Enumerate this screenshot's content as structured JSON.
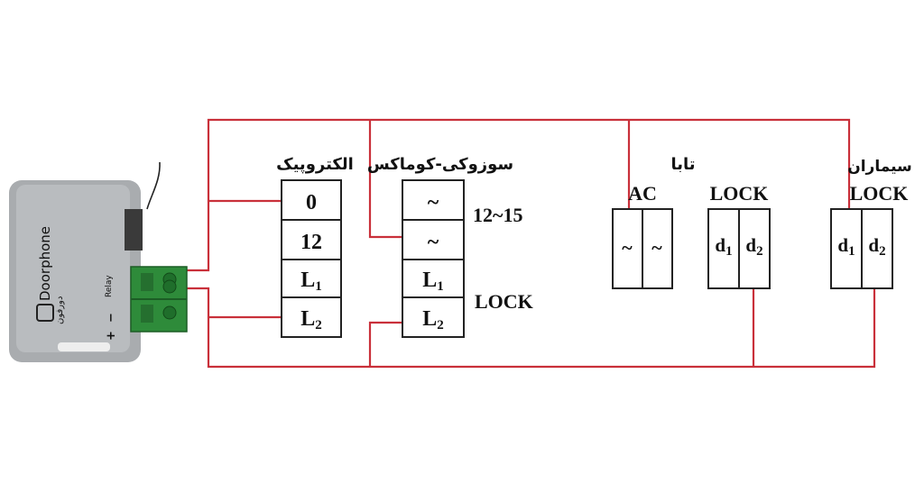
{
  "device": {
    "brand": "Doorphone",
    "brand_fa": "دورفون",
    "relay_label": "Relay",
    "plus": "+",
    "minus": "−"
  },
  "panels": [
    {
      "title": "الکتروپیک",
      "terminals": [
        "0",
        "12",
        "L1",
        "L2"
      ]
    },
    {
      "title": "سوزوکی-کوماکس",
      "terminals": [
        "~",
        "~",
        "L1",
        "L2"
      ],
      "notes": [
        "12~15",
        "LOCK"
      ]
    },
    {
      "title": "تابا",
      "ac": {
        "label": "AC",
        "terminals": [
          "~",
          "~"
        ]
      },
      "lock": {
        "label": "LOCK",
        "terminals": [
          "d1",
          "d2"
        ]
      }
    },
    {
      "title": "سیماران",
      "lock": {
        "label": "LOCK",
        "terminals": [
          "d1",
          "d2"
        ]
      }
    }
  ],
  "colors": {
    "wire": "#c9303a",
    "device_body": "#a9acaf",
    "terminal_block": "#2e8b3a"
  }
}
